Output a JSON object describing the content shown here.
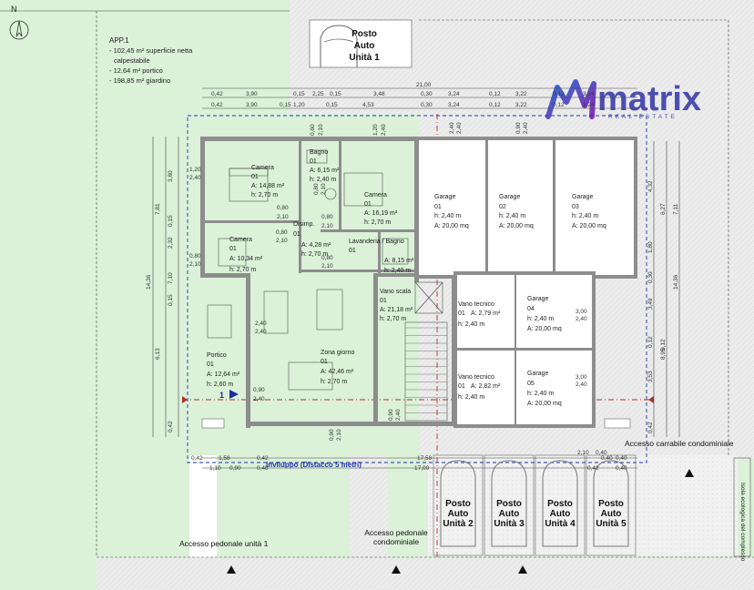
{
  "compass": {
    "label": "N"
  },
  "app_info": {
    "title": "APP.1",
    "lines": [
      "- 102,45 m² superficie netta",
      "calpestabile",
      "- 12,64 m² portico",
      "- 198,85 m² giardino"
    ]
  },
  "logo": {
    "text": "matrix",
    "subtitle": "REAL ESTATE",
    "color": "#4a4fb0"
  },
  "posto_auto_1": {
    "line1": "Posto",
    "line2": "Auto",
    "line3": "Unità 1"
  },
  "dims_top": {
    "total": "21,00",
    "row1": [
      "0,42",
      "3,90",
      "0,15",
      "2,25",
      "0,15",
      "3,48",
      "0,30",
      "3,24",
      "0,12",
      "3,22",
      "0,12",
      "3,24"
    ],
    "row2": [
      "0,42",
      "3,90",
      "0,15",
      "1,20",
      "0,15",
      "4,53",
      "0,30",
      "3,24",
      "0,12",
      "3,22",
      "0,12",
      "3,24"
    ]
  },
  "dims_left": [
    "14,36",
    "7,81",
    "3,80",
    "0,15",
    "2,32",
    "7,10",
    "0,15",
    "6,13",
    "0,42"
  ],
  "dims_right": [
    "14,36",
    "4,32",
    "6,27",
    "7,11",
    "1,80",
    "0,30",
    "3,49",
    "0,12",
    "3,53",
    "0,12",
    "8,95",
    "0,42"
  ],
  "rooms": {
    "camera1": {
      "name": "Camera",
      "unit": "01",
      "area": "A:  14,88 m²",
      "h": "h:  2,70 m"
    },
    "bagno": {
      "name": "Bagno",
      "unit": "01",
      "area": "A:  6,15 m²",
      "h": "h:  2,40 m"
    },
    "camera2": {
      "name": "Camera",
      "unit": "01",
      "area": "A:  16,19 m²",
      "h": "h:  2,70 m"
    },
    "camera3": {
      "name": "Camera",
      "unit": "01",
      "area": "A:  10,34 m²",
      "h": "h:  2,70 m"
    },
    "disimp": {
      "name": "Disimp.",
      "unit": "01",
      "area": "A:  4,28 m²",
      "h": "h:  2,70 m"
    },
    "lavanderia": {
      "name": "Lavanderia / Bagno",
      "unit": "01",
      "area": "A:  8,15 m²",
      "h": "h:  2,40 m"
    },
    "vano_scala": {
      "name": "Vano scala",
      "unit": "01",
      "area": "A:  21,18 m²",
      "h": "h:  2,70 m"
    },
    "zona_giorno": {
      "name": "Zona giorno",
      "unit": "01",
      "area": "A:  42,46 m²",
      "h": "h:  2,70 m"
    },
    "portico": {
      "name": "Portico",
      "unit": "01",
      "area": "A:  12,64 m²",
      "h": "h:  2,60 m"
    },
    "garage1": {
      "name": "Garage",
      "unit": "01",
      "h": "h:  2,40 m",
      "area": "A:  20,00 mq"
    },
    "garage2": {
      "name": "Garage",
      "unit": "02",
      "h": "h:  2,40 m",
      "area": "A:  20,00 mq"
    },
    "garage3": {
      "name": "Garage",
      "unit": "03",
      "h": "h:  2,40 m",
      "area": "A:  20,00 mq"
    },
    "garage4": {
      "name": "Garage",
      "unit": "04",
      "h": "h:  2,40 m",
      "area": "A:  20,00 mq"
    },
    "garage5": {
      "name": "Garage",
      "unit": "05",
      "h": "h:  2,40 m",
      "area": "A:  20,00 mq"
    },
    "vano_tecnico1": {
      "name": "Vano tecnico",
      "unit": "01",
      "area": "A:  2,79 m²",
      "h": "h:  2,40 m"
    },
    "vano_tecnico2": {
      "name": "Vano tecnico",
      "unit": "01",
      "area": "A:  2,82 m²",
      "h": "h:  2,40 m"
    }
  },
  "door_dims": {
    "d1": [
      "1,20",
      "2,40"
    ],
    "d2": [
      "0,60",
      "2,10"
    ],
    "d3": [
      "0,80",
      "2,10"
    ],
    "d4": [
      "0,80",
      "2,10"
    ],
    "d5": [
      "0,80",
      "2,10"
    ],
    "d6": [
      "0,80",
      "2,10"
    ],
    "d7": [
      "0,80",
      "2,10"
    ],
    "d8": [
      "0,80",
      "2,10"
    ],
    "d9": [
      "1,20",
      "2,40"
    ],
    "d10": [
      "0,90",
      "2,40"
    ],
    "d11": [
      "0,90",
      "2,40"
    ],
    "d12": [
      "2,40",
      "2,40"
    ],
    "d13": [
      "3,00",
      "2,40"
    ],
    "d14": [
      "3,00",
      "2,40"
    ],
    "d15": [
      "2,40",
      "2,40"
    ],
    "d16": [
      "0,90",
      "2,10"
    ],
    "d17": [
      "0,90",
      "2,40"
    ]
  },
  "bottom_dims": {
    "row1": [
      "0,42",
      "1,58",
      "0,42",
      "17,58",
      "0,40",
      "0,40"
    ],
    "row2": [
      "1,10",
      "0,90",
      "0,48",
      "17,00",
      "0,42",
      "0,40"
    ],
    "extra": [
      "2,10",
      "0,40"
    ]
  },
  "marker": {
    "label": "1"
  },
  "inviluppo": "Inviluppo (Distacco 5 metri)",
  "posti_auto": [
    {
      "line1": "Posto",
      "line2": "Auto",
      "line3": "Unità 2"
    },
    {
      "line1": "Posto",
      "line2": "Auto",
      "line3": "Unità 3"
    },
    {
      "line1": "Posto",
      "line2": "Auto",
      "line3": "Unità 4"
    },
    {
      "line1": "Posto",
      "line2": "Auto",
      "line3": "Unità 5"
    }
  ],
  "access": {
    "pedonale1": "Accesso pedonale unità 1",
    "pedonale_cond_1": "Accesso pedonale",
    "pedonale_cond_2": "condominiale",
    "carrabile": "Accesso carrabile condominiale",
    "isola": "Isola ecologica del complesso"
  },
  "colors": {
    "garden": "#dbf1d8",
    "paving": "#eeeeee",
    "wall": "#8d8d8d",
    "logo": "#4a4fb0",
    "envelope": "#2233aa"
  }
}
